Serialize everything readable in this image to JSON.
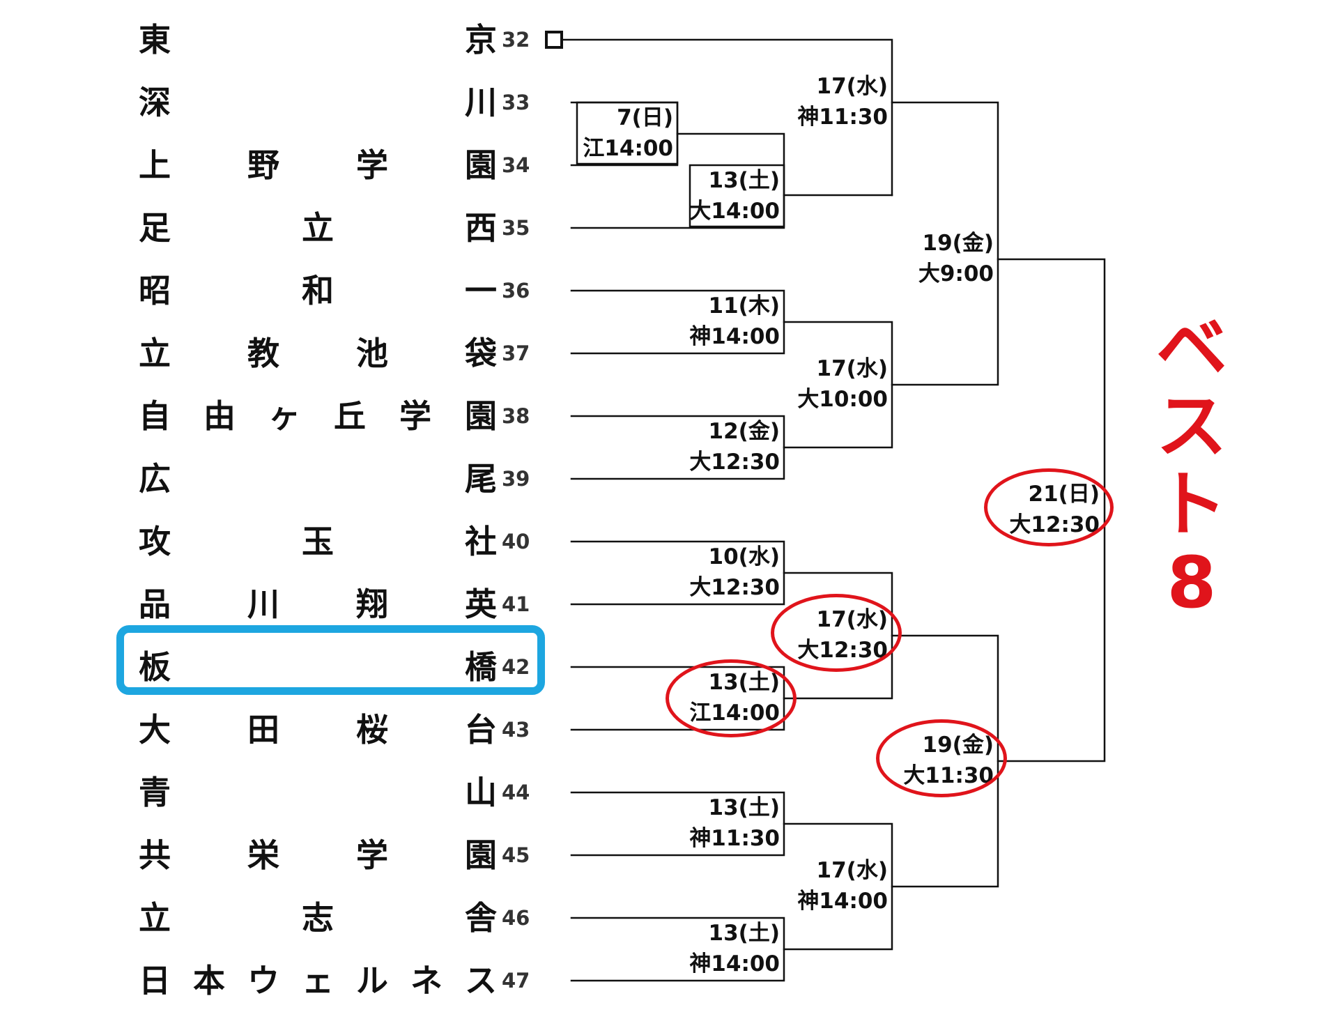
{
  "teams": [
    {
      "chars": [
        "東",
        "京"
      ],
      "number": "32"
    },
    {
      "chars": [
        "深",
        "川"
      ],
      "number": "33"
    },
    {
      "chars": [
        "上",
        "野",
        "学",
        "園"
      ],
      "number": "34"
    },
    {
      "chars": [
        "足",
        "立",
        "西"
      ],
      "number": "35"
    },
    {
      "chars": [
        "昭",
        "和",
        "一"
      ],
      "number": "36"
    },
    {
      "chars": [
        "立",
        "教",
        "池",
        "袋"
      ],
      "number": "37"
    },
    {
      "chars": [
        "自",
        "由",
        "ヶ",
        "丘",
        "学",
        "園"
      ],
      "number": "38"
    },
    {
      "chars": [
        "広",
        "尾"
      ],
      "number": "39"
    },
    {
      "chars": [
        "攻",
        "玉",
        "社"
      ],
      "number": "40"
    },
    {
      "chars": [
        "品",
        "川",
        "翔",
        "英"
      ],
      "number": "41"
    },
    {
      "chars": [
        "板",
        "橋"
      ],
      "number": "42"
    },
    {
      "chars": [
        "大",
        "田",
        "桜",
        "台"
      ],
      "number": "43"
    },
    {
      "chars": [
        "青",
        "山"
      ],
      "number": "44"
    },
    {
      "chars": [
        "共",
        "栄",
        "学",
        "園"
      ],
      "number": "45"
    },
    {
      "chars": [
        "立",
        "志",
        "舎"
      ],
      "number": "46"
    },
    {
      "chars": [
        "日",
        "本",
        "ウ",
        "ェ",
        "ル",
        "ネ",
        "ス"
      ],
      "number": "47"
    }
  ],
  "matches": {
    "m_33_34": {
      "date": "7(日)",
      "time": "江14:00"
    },
    "r1_35": {
      "date": "13(土)",
      "time": "大14:00"
    },
    "r1_36_37": {
      "date": "11(木)",
      "time": "神14:00"
    },
    "r1_38_39": {
      "date": "12(金)",
      "time": "大12:30"
    },
    "r1_40_41": {
      "date": "10(水)",
      "time": "大12:30"
    },
    "r1_42_43": {
      "date": "13(土)",
      "time": "江14:00"
    },
    "r1_44_45": {
      "date": "13(土)",
      "time": "神11:30"
    },
    "r1_46_47": {
      "date": "13(土)",
      "time": "神14:00"
    },
    "r2_top": {
      "date": "17(水)",
      "time": "神11:30"
    },
    "r2_b": {
      "date": "17(水)",
      "time": "大10:00"
    },
    "r2_c": {
      "date": "17(水)",
      "time": "大12:30"
    },
    "r2_d": {
      "date": "17(水)",
      "time": "神14:00"
    },
    "r3_upper": {
      "date": "19(金)",
      "time": "大9:00"
    },
    "r3_lower": {
      "date": "19(金)",
      "time": "大11:30"
    },
    "r4_final": {
      "date": "21(日)",
      "time": "大12:30"
    }
  },
  "annotation": {
    "chars": [
      "ベ",
      "ス",
      "ト",
      "8"
    ],
    "color": "#e0141b"
  },
  "highlight": {
    "team_number": "42",
    "color": "#1da6e0"
  }
}
